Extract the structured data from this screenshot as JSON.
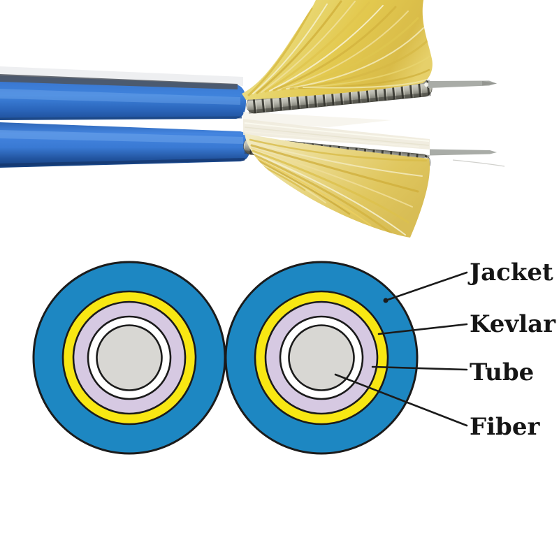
{
  "page": {
    "background_color": "#ffffff",
    "description": "Duplex armored fiber optic cable: photo of stripped cable ends above a labeled cross-section diagram"
  },
  "photo": {
    "name": "stripped-duplex-armored-fiber-cable-photo",
    "colors": {
      "jacket_blue": "#3a7ad4",
      "jacket_highlight": "#6ea6ea",
      "jacket_shadow": "#1e4f98",
      "jacket_top_edge": "#4f555e",
      "kevlar_yellow": "#e3c94f",
      "kevlar_pale": "#f2ecca",
      "armor_gray": "#9c9c92",
      "armor_rib_dark": "#34342e",
      "bare_fiber_gray": "#a9aca7"
    }
  },
  "diagram": {
    "layers": [
      {
        "name": "jacket",
        "label": "Jacket",
        "color": "#1d87c2"
      },
      {
        "name": "kevlar",
        "label": "Kevlar",
        "color": "#f8e713"
      },
      {
        "name": "tube",
        "label": "Tube",
        "color": "#d6c9e2"
      },
      {
        "name": "fiber",
        "label": "Fiber",
        "color": "#d8d7d3"
      }
    ],
    "buffer_ring_color": "#ffffff",
    "outline_color": "#1b1b1b",
    "label_color": "#151515"
  }
}
